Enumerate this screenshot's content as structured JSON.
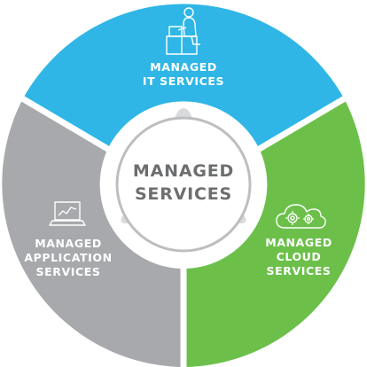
{
  "center": {
    "line1": "MANAGED",
    "line2": "SERVICES"
  },
  "segments": [
    {
      "id": "it",
      "lines": [
        "MANAGED",
        "IT SERVICES"
      ],
      "color": "#2fb6e6",
      "icon": "person-at-desk-icon"
    },
    {
      "id": "cloud",
      "lines": [
        "MANAGED",
        "CLOUD",
        "SERVICES"
      ],
      "color": "#6cc04a",
      "icon": "cloud-gears-icon"
    },
    {
      "id": "application",
      "lines": [
        "MANAGED",
        "APPLICATION",
        "SERVICES"
      ],
      "color": "#a7a9ac",
      "icon": "laptop-chart-icon"
    }
  ],
  "colors": {
    "center_text": "#6d6e70",
    "center_ring": "#bcbec0",
    "triangle": "#d9dadb",
    "background": "#ffffff"
  }
}
